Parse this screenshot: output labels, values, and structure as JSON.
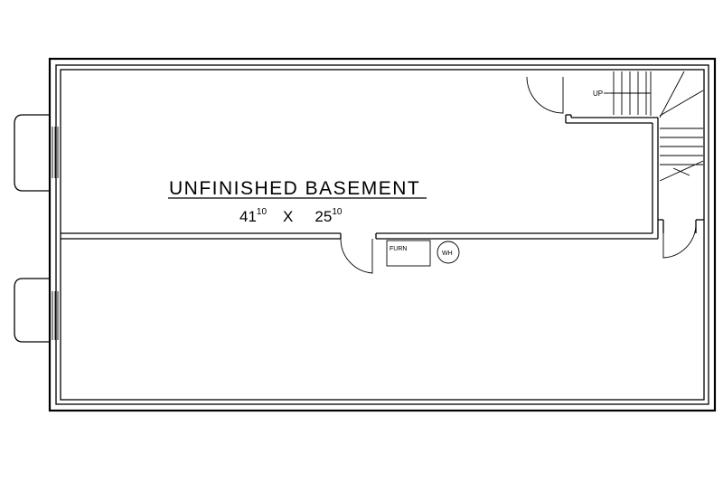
{
  "room": {
    "name": "UNFINISHED BASEMENT",
    "dim_width_feet": "41",
    "dim_width_inches": "10",
    "dim_separator": "X",
    "dim_depth_feet": "25",
    "dim_depth_inches": "10"
  },
  "labels": {
    "stair_up": "UP",
    "furnace": "FURN",
    "water_heater": "WH"
  }
}
